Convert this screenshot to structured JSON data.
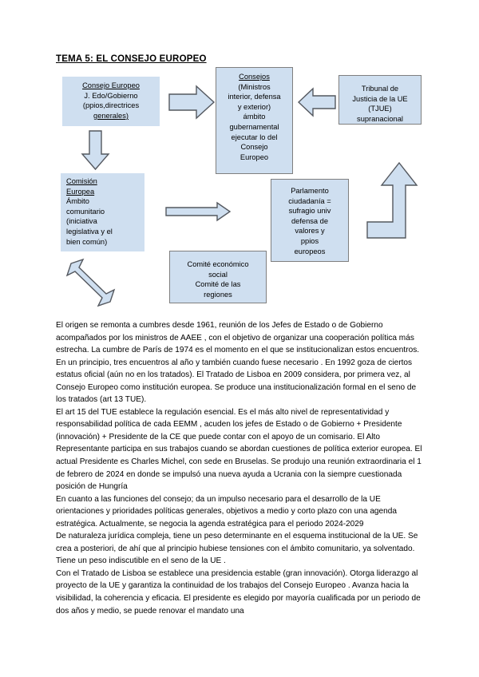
{
  "document": {
    "title": "TEMA 5: EL CONSEJO EUROPEO"
  },
  "diagram": {
    "nodes": {
      "consejo_europeo": {
        "line1": "Consejo Europeo",
        "line2": "J. Edo/Gobierno",
        "line3": "(ppios,directrices",
        "line4": "generales)"
      },
      "consejos": {
        "line1": "Consejos",
        "line2": "(Ministros",
        "line3": "interior, defensa",
        "line4": "y exterior)",
        "line5": "ámbito",
        "line6": "gubernamental",
        "line7": "ejecutar lo del",
        "line8": "Consejo",
        "line9": "Europeo"
      },
      "tribunal_justicia": {
        "line1": "Tribunal de",
        "line2": "Justicia de la UE",
        "line3": "(TJUE)",
        "line4": "supranacional"
      },
      "comision_europea": {
        "line1": "Comisión",
        "line2": "Europea",
        "line3": "Ámbito",
        "line4": "comunitario",
        "line5": "(iniciativa",
        "line6": "legislativa y el",
        "line7": "bien común)"
      },
      "parlamento": {
        "line1": "Parlamento",
        "line2": "ciudadanía =",
        "line3": "sufragio univ",
        "line4": "defensa de",
        "line5": "valores y",
        "line6": "ppios",
        "line7": "europeos"
      },
      "comite": {
        "line1": "Comité económico",
        "line2": "social",
        "line3": "Comité  de las",
        "line4": "regiones"
      }
    },
    "arrows": [
      {
        "name": "arrow-consejo-europeo-to-consejos",
        "direction": "right"
      },
      {
        "name": "arrow-consejos-to-tribunal",
        "direction": "left"
      },
      {
        "name": "arrow-consejo-europeo-to-comision",
        "direction": "down"
      },
      {
        "name": "arrow-comision-to-parlamento",
        "direction": "right"
      },
      {
        "name": "arrow-comision-to-comite",
        "direction": "double-diagonal"
      },
      {
        "name": "arrow-elbow-up-right",
        "direction": "up-elbow"
      }
    ],
    "colors": {
      "node_fill": "#cfdff0",
      "node_border": "#7f7f7f",
      "arrow_fill": "#cfdff0",
      "arrow_stroke": "#54585f"
    }
  },
  "content": {
    "paragraphs": [
      "El origen se remonta a cumbres desde 1961, reunión de los Jefes de Estado o de Gobierno acompañados por los ministros de AAEE , con el objetivo de organizar una cooperación política más estrecha. La cumbre de París de 1974 es el momento en el que se institucionalizan estos encuentros. En un principio, tres encuentros al año y también cuando fuese necesario . En 1992 goza de ciertos estatus oficial (aún no en los tratados). El Tratado de Lisboa en 2009 considera, por primera vez, al Consejo Europeo como institución europea. Se produce una institucionalización formal en el seno de los tratados (art 13 TUE).",
      "El art 15 del TUE establece la regulación esencial. Es el más alto nivel de representatividad y responsabilidad política de cada EEMM , acuden los jefes de Estado o de Gobierno + Presidente (innovación) + Presidente de la CE que puede contar con el apoyo de un comisario. El Alto Representante participa en sus trabajos cuando se abordan cuestiones de política exterior europea. El actual Presidente es Charles Michel, con sede en Bruselas. Se produjo una reunión extraordinaria el 1 de febrero de 2024 en donde se impulsó una nueva ayuda a Ucrania con la siempre cuestionada posición de Hungría",
      "En cuanto a las funciones del consejo; da un impulso necesario para el desarrollo de la UE orientaciones y prioridades políticas generales, objetivos a medio y corto plazo con una agenda estratégica. Actualmente, se negocia la agenda estratégica para el periodo 2024-2029",
      "De naturaleza jurídica compleja, tiene un peso determinante en el esquema institucional de la UE. Se crea a posteriori, de ahí que al principio hubiese tensiones con el ámbito comunitario, ya solventado. Tiene un peso indiscutible en el seno de la UE .",
      "Con el Tratado de Lisboa se establece una presidencia estable (gran innovación). Otorga liderazgo al proyecto de la UE y garantiza la continuidad de los trabajos del Consejo Europeo . Avanza hacia la visibilidad, la coherencia y eficacia. El presidente es elegido por mayoría cualificada por un periodo de dos años y medio, se puede renovar el mandato una"
    ]
  }
}
